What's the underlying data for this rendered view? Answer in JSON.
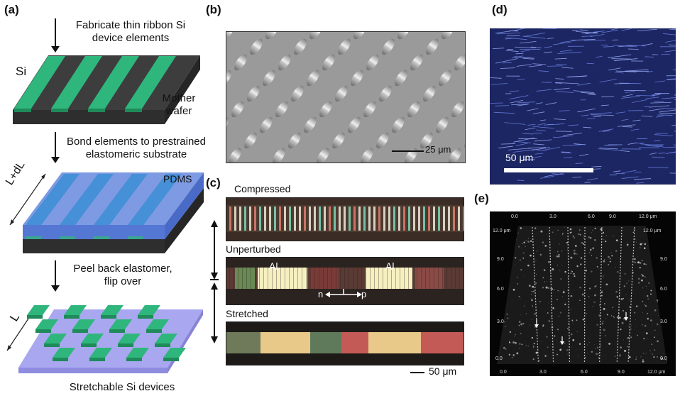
{
  "panels": {
    "a": {
      "label": "(a)",
      "step1": [
        "Fabricate thin ribbon Si",
        "device elements"
      ],
      "si_label": "Si",
      "mother": [
        "Mother",
        "wafer"
      ],
      "step2": [
        "Bond elements to prestrained",
        "elastomeric substrate"
      ],
      "pdms_label": "PDMS",
      "dim1": "L+dL",
      "step3": [
        "Peel back elastomer,",
        "flip over"
      ],
      "dim2": "L",
      "caption": "Stretchable Si devices"
    },
    "b": {
      "label": "(b)",
      "scale": "25 μm"
    },
    "c": {
      "label": "(c)",
      "compressed": "Compressed",
      "unperturbed": "Unperturbed",
      "al_left": "Al",
      "al_right": "Al",
      "n": "n",
      "p": "p",
      "stretched": "Stretched",
      "scale": "50 μm"
    },
    "d": {
      "label": "(d)",
      "scale": "50 μm"
    },
    "e": {
      "label": "(e)",
      "top_ticks": [
        "0.0",
        "3.0",
        "6.0",
        "9.0",
        "12.0 μm"
      ],
      "bottom_ticks": [
        "0.0",
        "3.0",
        "6.0",
        "9.0",
        "12.0 μm"
      ],
      "left_ticks": [
        "12.0 μm",
        "9.0",
        "6.0",
        "3.0",
        "0.0"
      ],
      "right_ticks": [
        "12.0 μm",
        "9.0",
        "6.0",
        "3.0",
        "0.0"
      ]
    }
  },
  "colors": {
    "green": "#2fb67c",
    "dark": "#3a3a3a",
    "pdms": "#6f8fe0",
    "lilac": "#a9a7f0",
    "d_bg": "#1c2663"
  }
}
